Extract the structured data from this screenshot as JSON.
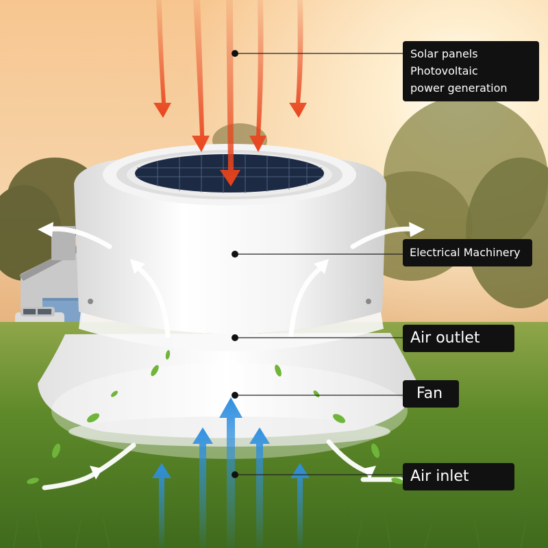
{
  "labels": {
    "solar_panels": [
      "Solar panels",
      "Photovoltaic",
      "power generation"
    ],
    "electrical_machinery": "Electrical Machinery",
    "air_outlet": "Air outlet",
    "fan": "Fan",
    "air_inlet": "Air inlet"
  },
  "colors": {
    "sunlight_arrows": "#e8431c",
    "airflow_in_arrows": "#2f8fe0",
    "airflow_out_arrows": "#ffffff",
    "label_background": "#111111",
    "label_text": "#ffffff",
    "device_body": "#ededed",
    "solar_cell": "#1c2a44"
  },
  "icons": [
    "solar-vent-device",
    "sunlight-arrow",
    "airflow-arrow",
    "leaf-icon",
    "car-image",
    "house-image",
    "tree-image"
  ]
}
